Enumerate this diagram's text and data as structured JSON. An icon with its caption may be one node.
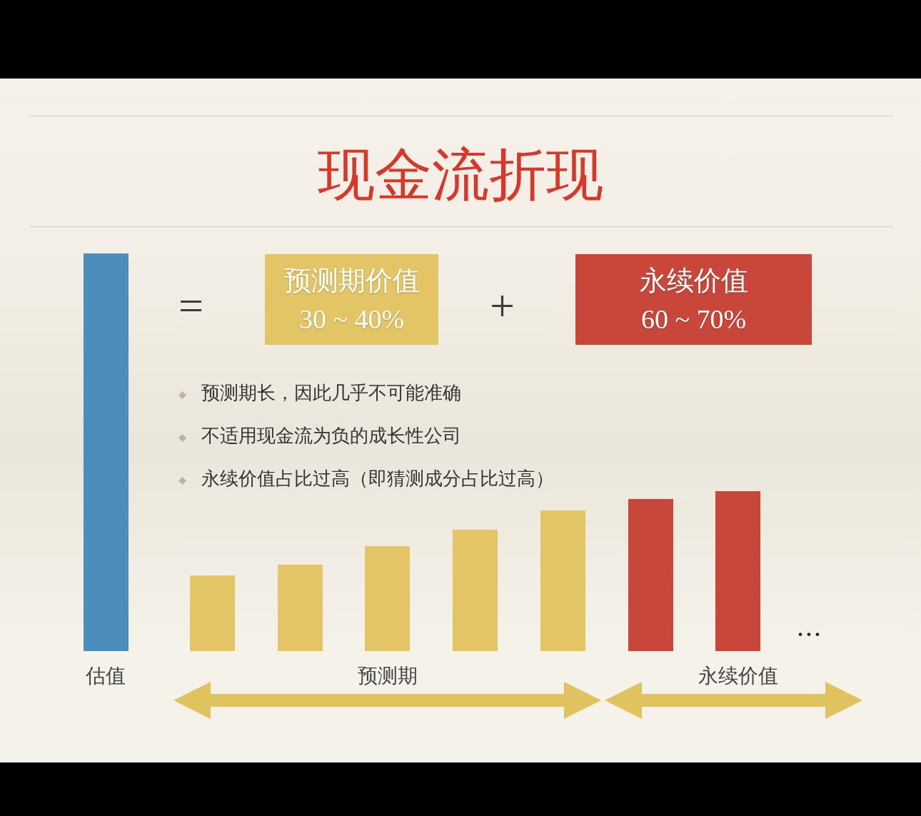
{
  "diagram": {
    "title": "现金流折现",
    "nodes": [
      {
        "text": [
          "预测期价值",
          "30 ~ 40%"
        ]
      },
      {
        "text": [
          "永续价值",
          "60 ~ 70%"
        ]
      }
    ],
    "labels": [
      "=",
      "+",
      "预测期长，因此几乎不可能准确",
      "不适用现金流为负的成长性公司",
      "永续价值占比过高（即猜测成分占比过高）",
      "估值",
      "...",
      "预测期",
      "永续价值"
    ]
  }
}
